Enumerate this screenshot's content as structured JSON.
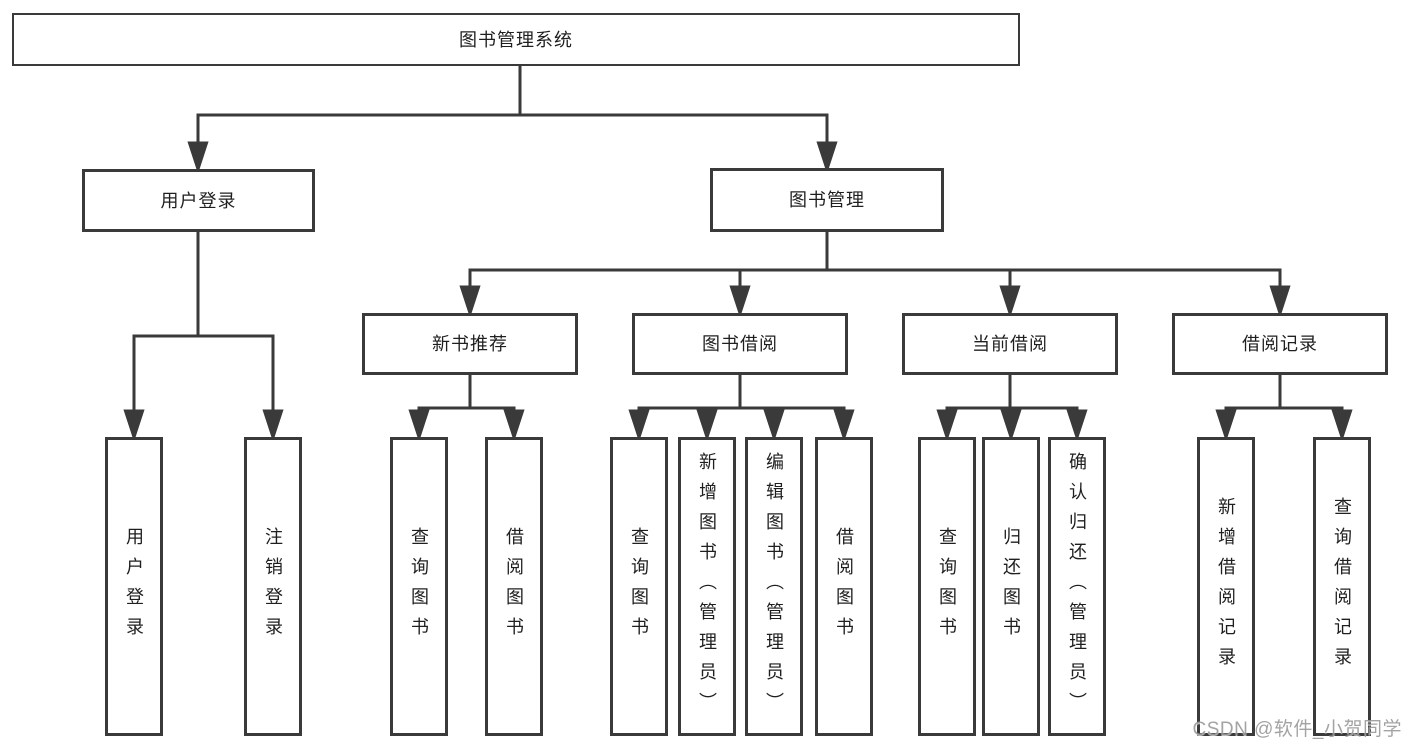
{
  "nodes": {
    "root": "图书管理系统",
    "user_login": "用户登录",
    "book_mgmt": "图书管理",
    "new_book_rec": "新书推荐",
    "book_borrow": "图书借阅",
    "current_borrow": "当前借阅",
    "borrow_record": "借阅记录",
    "ul_login": "用户登录",
    "ul_logout": "注销登录",
    "nbr_query_book": "查询图书",
    "nbr_borrow_book": "借阅图书",
    "bb_query_book": "查询图书",
    "bb_add_book": "新增图书（管理员）",
    "bb_edit_book": "编辑图书（管理员）",
    "bb_borrow_book": "借阅图书",
    "cb_query_book": "查询图书",
    "cb_return_book": "归还图书",
    "cb_confirm_return": "确认归还（管理员）",
    "br_add_record": "新增借阅记录",
    "br_query_record": "查询借阅记录"
  },
  "watermark": {
    "text": "CSDN @软件_小贺同学"
  },
  "colors": {
    "line": "#3a3a3a",
    "box_border": "#3a3a3a",
    "text": "#1f1f1f",
    "watermark": "#9a9a9a",
    "background": "#ffffff"
  }
}
